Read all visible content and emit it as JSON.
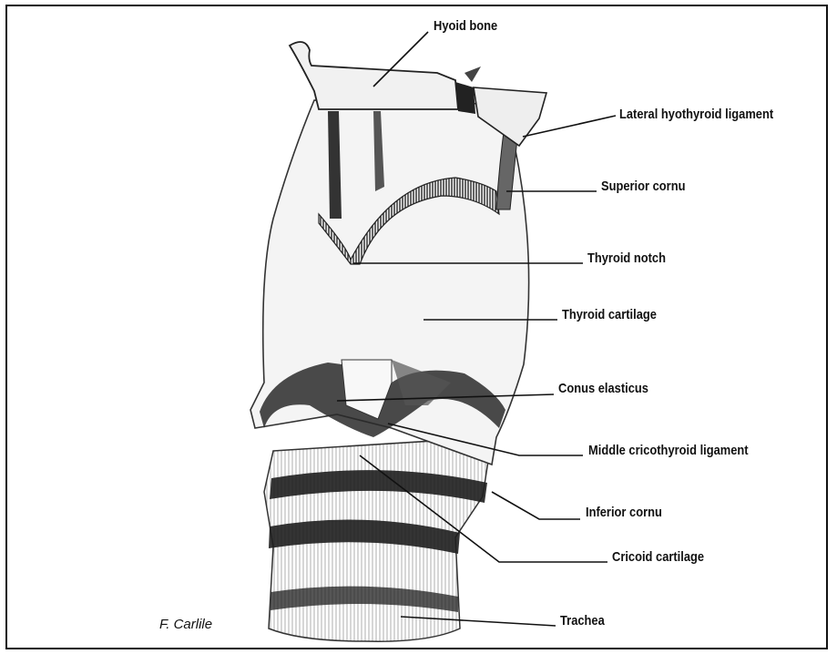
{
  "labels": {
    "hyoid_bone": "Hyoid bone",
    "lateral_hyothyroid_ligament": "Lateral hyothyroid ligament",
    "superior_cornu": "Superior cornu",
    "thyroid_notch": "Thyroid notch",
    "thyroid_cartilage": "Thyroid cartilage",
    "conus_elasticus": "Conus elasticus",
    "middle_cricothyroid_ligament": "Middle cricothyroid ligament",
    "inferior_cornu": "Inferior cornu",
    "cricoid_cartilage": "Cricoid cartilage",
    "trachea": "Trachea"
  },
  "credit": "F. Carlile"
}
